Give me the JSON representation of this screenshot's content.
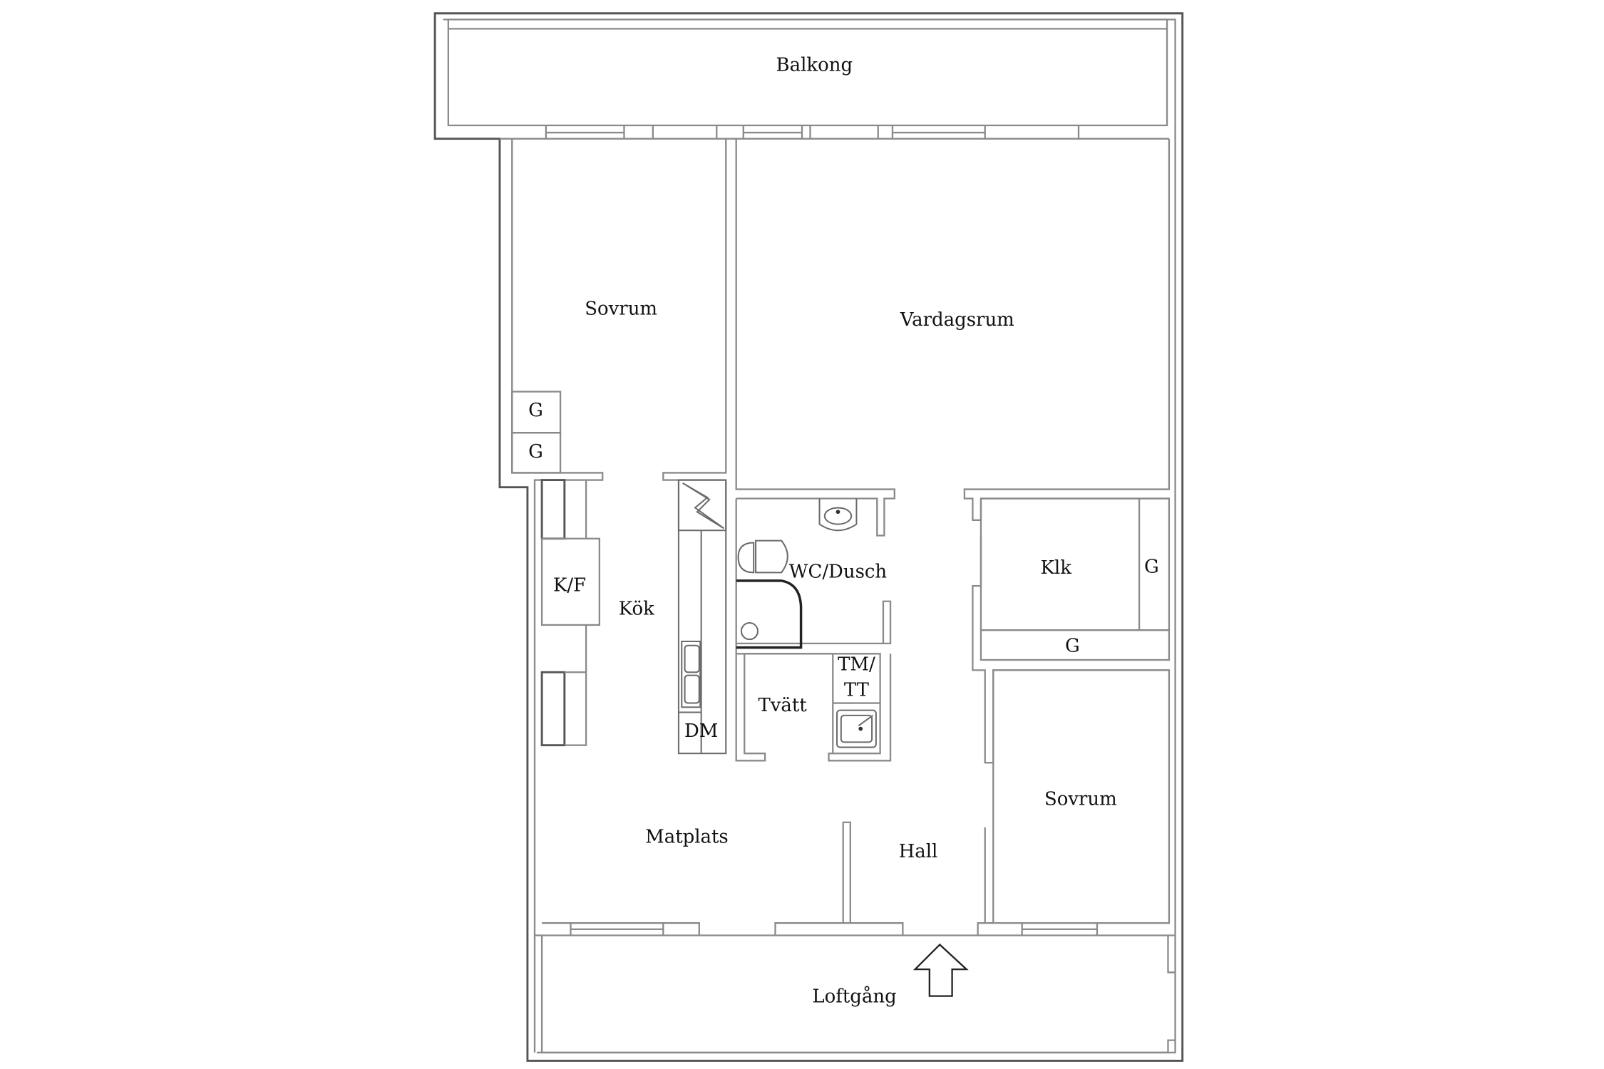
{
  "floorplan": {
    "rooms": {
      "balcony": "Balkong",
      "bedroom_1": "Sovrum",
      "living_room": "Vardagsrum",
      "kitchen": "Kök",
      "fridge_freezer": "K/F",
      "bathroom": "WC/Dusch",
      "laundry": "Tvätt",
      "washer_dryer_line1": "TM/",
      "washer_dryer_line2": "TT",
      "dishwasher": "DM",
      "walk_in_closet": "Klk",
      "dining_area": "Matplats",
      "hall": "Hall",
      "bedroom_2": "Sovrum",
      "access_balcony": "Loftgång"
    },
    "wardrobes": [
      "G",
      "G",
      "G",
      "G"
    ],
    "entrance_marker": "arrow-up-icon",
    "colors": {
      "wall": "#8a8a8a",
      "outer_wall": "#555555",
      "text": "#111111",
      "background": "#ffffff"
    }
  }
}
